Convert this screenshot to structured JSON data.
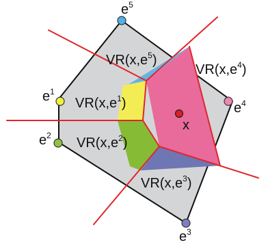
{
  "diagram": {
    "colors": {
      "polygon_fill": "#d4d5d7",
      "polygon_stroke": "#111111",
      "red_lines": "#e0262b",
      "region_e1": "#f3ed55",
      "region_e2": "#86bb36",
      "region_e3": "#6f76b4",
      "region_e4": "#e86b9c",
      "region_e5": "#62b4e3",
      "point_x": "#d81f26"
    },
    "labels": {
      "vr_e5": {
        "base": "VR(x,e",
        "sup": "5",
        "close": ")"
      },
      "vr_e4": {
        "base": "VR(x,e",
        "sup": "4",
        "close": ")"
      },
      "vr_e1": {
        "base": "VR(x,e",
        "sup": "1",
        "close": ")"
      },
      "vr_e2": {
        "base": "VR(x,e",
        "sup": "2",
        "close": ")"
      },
      "vr_e3": {
        "base": "VR(x,e",
        "sup": "3",
        "close": ")"
      },
      "x": "x"
    },
    "vertices": [
      {
        "id": "e1",
        "base": "e",
        "sup": "1",
        "color": "#eff041"
      },
      {
        "id": "e2",
        "base": "e",
        "sup": "2",
        "color": "#8ec43f"
      },
      {
        "id": "e3",
        "base": "e",
        "sup": "3",
        "color": "#7b7fc0"
      },
      {
        "id": "e4",
        "base": "e",
        "sup": "4",
        "color": "#ee85b2"
      },
      {
        "id": "e5",
        "base": "e",
        "sup": "5",
        "color": "#4fb3e6"
      }
    ]
  }
}
